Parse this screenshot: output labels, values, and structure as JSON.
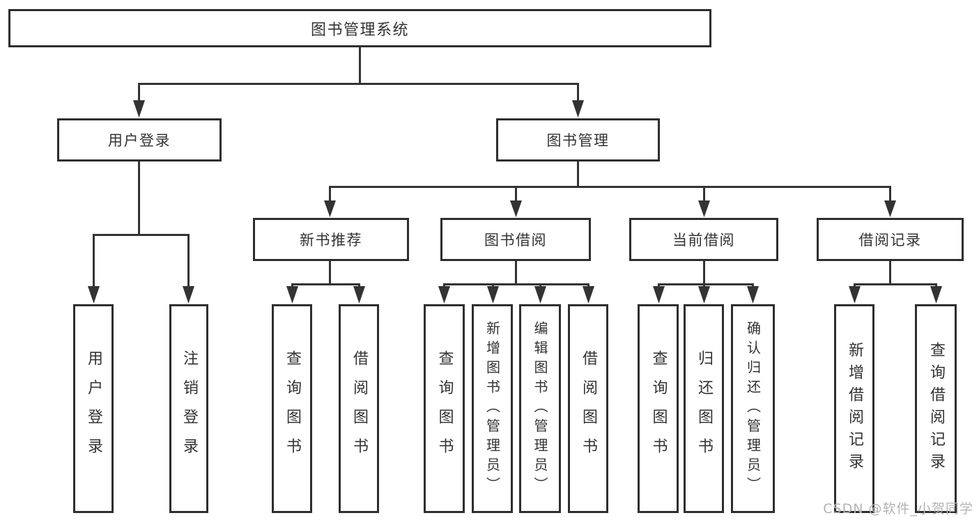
{
  "colors": {
    "line": "#333333",
    "box_border": "#2e2e2e",
    "background": "#ffffff",
    "text": "#333333",
    "watermark": "#b3b3b3"
  },
  "tree": {
    "root": "图书管理系统",
    "children": [
      {
        "label": "用户登录",
        "children": [
          "用户登录",
          "注销登录"
        ]
      },
      {
        "label": "图书管理",
        "children": [
          {
            "label": "新书推荐",
            "children": [
              "查询图书",
              "借阅图书"
            ]
          },
          {
            "label": "图书借阅",
            "children": [
              "查询图书",
              "新增图书（管理员）",
              "编辑图书（管理员）",
              "借阅图书"
            ]
          },
          {
            "label": "当前借阅",
            "children": [
              "查询图书",
              "归还图书",
              "确认归还（管理员）"
            ]
          },
          {
            "label": "借阅记录",
            "children": [
              "新增借阅记录",
              "查询借阅记录"
            ]
          }
        ]
      }
    ]
  },
  "watermark": "CSDN @软件_小贺同学"
}
